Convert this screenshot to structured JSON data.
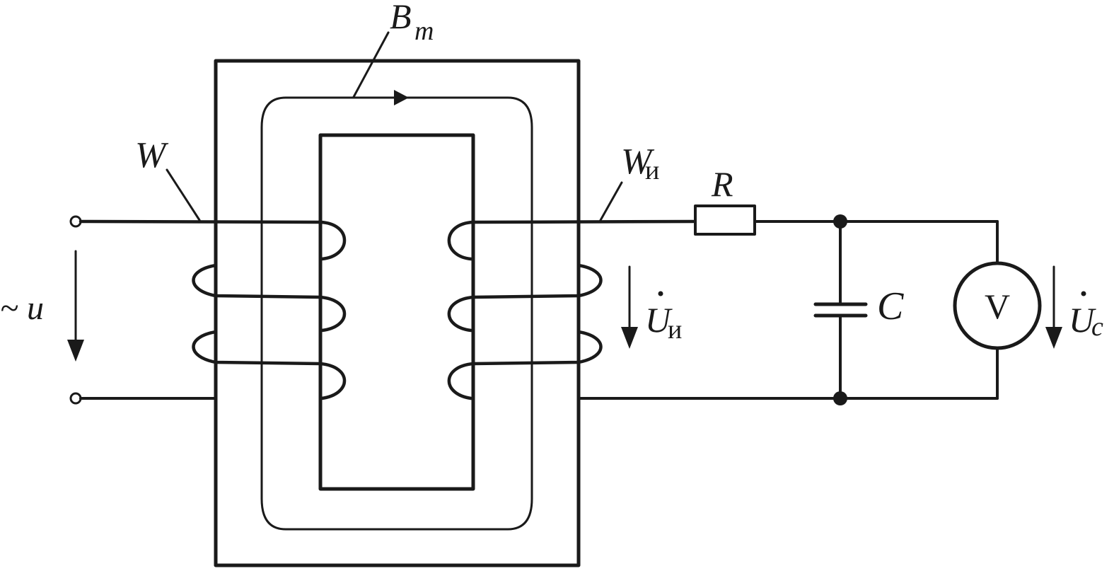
{
  "diagram": {
    "labels": {
      "flux": "B",
      "flux_sub": "m",
      "primary_winding": "W",
      "measuring_winding": "W",
      "measuring_winding_sub": "и",
      "resistor": "R",
      "capacitor": "C",
      "source": "~ u",
      "u_meas": "U",
      "u_meas_sub": "и",
      "u_cap": "U",
      "u_cap_sub": "c",
      "voltmeter": "V"
    },
    "colors": {
      "stroke": "#1a1a1a",
      "background": "#ffffff"
    }
  }
}
